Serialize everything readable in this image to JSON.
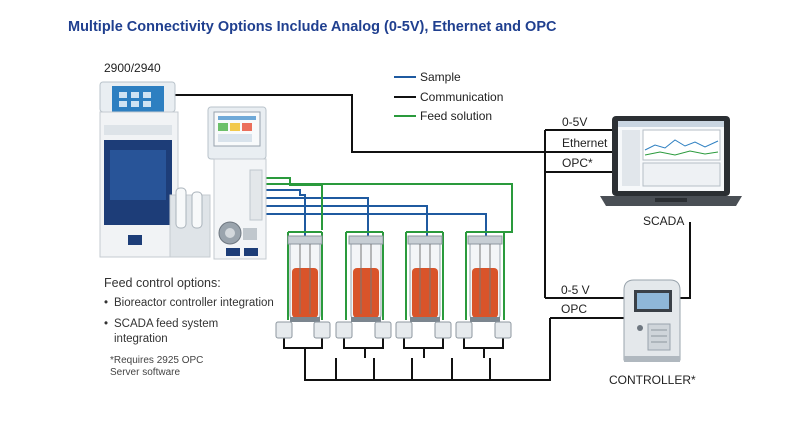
{
  "title": "Multiple Connectivity Options Include Analog (0-5V), Ethernet and OPC",
  "device_label": "2900/2940",
  "legend": {
    "sample": "Sample",
    "communication": "Communication",
    "feed": "Feed solution"
  },
  "scada_ports": {
    "analog": "0-5V",
    "ethernet": "Ethernet",
    "opc": "OPC*"
  },
  "scada_label": "SCADA",
  "controller_ports": {
    "analog": "0-5 V",
    "opc": "OPC"
  },
  "controller_label": "CONTROLLER*",
  "feed_control": {
    "heading": "Feed control options:",
    "items": [
      "Bioreactor controller integration",
      "SCADA feed system integration"
    ],
    "footnote_1": "*Requires 2925 OPC",
    "footnote_2": "Server software"
  },
  "colors": {
    "title": "#1f3f8f",
    "sample_line": "#1f5aa0",
    "communication_line": "#111111",
    "feed_line": "#2a9a3c",
    "medium": "#d9542a"
  },
  "icons": [
    "analyzer-device",
    "feed-pump-module",
    "bioreactor-vessel",
    "laptop",
    "pump-head",
    "controller-unit"
  ]
}
